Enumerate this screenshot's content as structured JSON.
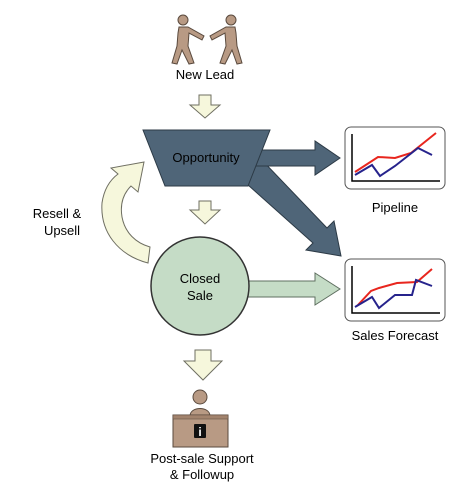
{
  "diagram": {
    "new_lead": "New Lead",
    "opportunity": "Opportunity",
    "pipeline": "Pipeline",
    "resell_line1": "Resell &",
    "resell_line2": "Upsell",
    "closed_line1": "Closed",
    "closed_line2": "Sale",
    "sales_forecast": "Sales Forecast",
    "support_line1": "Post-sale Support",
    "support_line2": "& Followup",
    "info_glyph": "i"
  },
  "icons": {
    "handshake": "handshake-people-icon",
    "pipeline_chart": "line-chart-icon",
    "forecast_chart": "line-chart-icon",
    "support": "support-desk-icon"
  },
  "colors": {
    "opportunity_fill": "#4f6578",
    "closed_fill": "#c5dcc6",
    "light_arrow": "#f6f7dc",
    "dark_arrow": "#4f6578",
    "green_arrow": "#c5dcc6",
    "person": "#b89a84",
    "desk": "#b89a84",
    "chart_red": "#e8261e",
    "chart_blue": "#26238c"
  }
}
